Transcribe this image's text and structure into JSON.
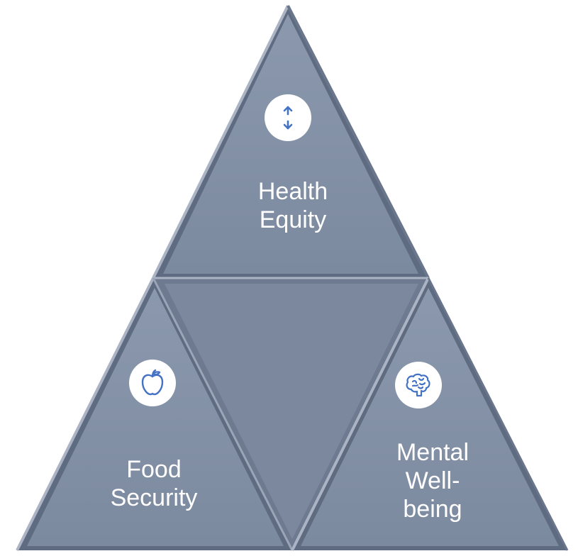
{
  "diagram": {
    "segments": [
      {
        "id": "top",
        "label_lines": [
          "Health",
          "Equity"
        ],
        "icon": "up-down-arrow-icon"
      },
      {
        "id": "left",
        "label_lines": [
          "Food",
          "Security"
        ],
        "icon": "apple-icon"
      },
      {
        "id": "right",
        "label_lines": [
          "Mental",
          "Well-",
          "being"
        ],
        "icon": "brain-icon"
      }
    ],
    "colors": {
      "fill": "#8290a6",
      "center_fill": "#7b889e",
      "edge_light": "#aab4c4",
      "edge_dark": "#5f6b80",
      "icon_stroke": "#4472c4",
      "icon_bg": "#ffffff",
      "text": "#ffffff"
    }
  }
}
